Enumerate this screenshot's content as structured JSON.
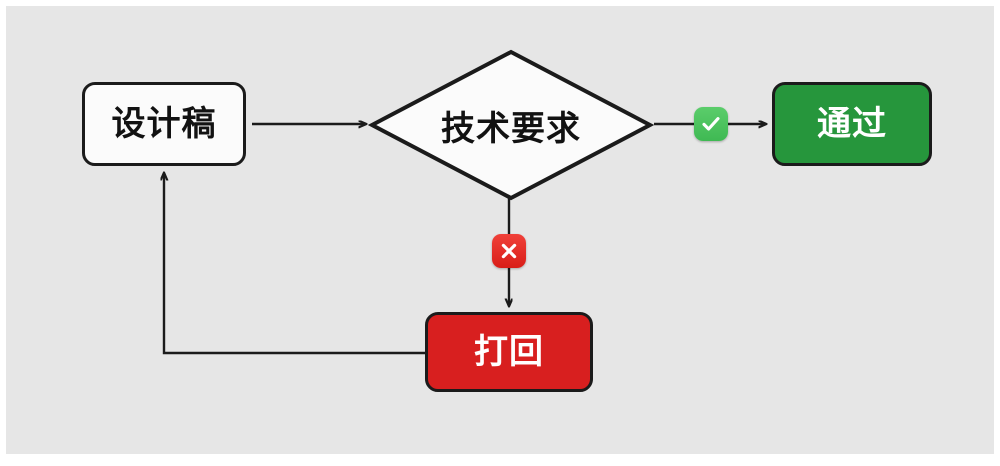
{
  "diagram": {
    "type": "flowchart",
    "background_color": "#e6e6e6",
    "stroke_color": "#1b1b1b",
    "nodes": [
      {
        "id": "design",
        "label": "设计稿",
        "shape": "rounded-rect",
        "fill": "#fbfbfb",
        "text_color": "#121212"
      },
      {
        "id": "decision",
        "label": "技术要求",
        "shape": "diamond",
        "fill": "#fbfbfb",
        "text_color": "#121212"
      },
      {
        "id": "pass",
        "label": "通过",
        "shape": "rounded-rect",
        "fill": "#26963c",
        "text_color": "#ffffff"
      },
      {
        "id": "reject",
        "label": "打回",
        "shape": "rounded-rect",
        "fill": "#d81f1f",
        "text_color": "#ffffff"
      }
    ],
    "badges": [
      {
        "id": "yes",
        "icon": "check-mark-badge",
        "color": "#3fb953"
      },
      {
        "id": "no",
        "icon": "cross-mark-badge",
        "color": "#d91d18"
      }
    ],
    "edges": [
      {
        "from": "design",
        "to": "decision",
        "style": "straight-arrow"
      },
      {
        "from": "decision",
        "to": "pass",
        "style": "straight-arrow"
      },
      {
        "from": "decision",
        "to": "reject",
        "style": "straight-arrow"
      },
      {
        "from": "reject",
        "to": "design",
        "style": "elbow-arrow"
      }
    ]
  }
}
